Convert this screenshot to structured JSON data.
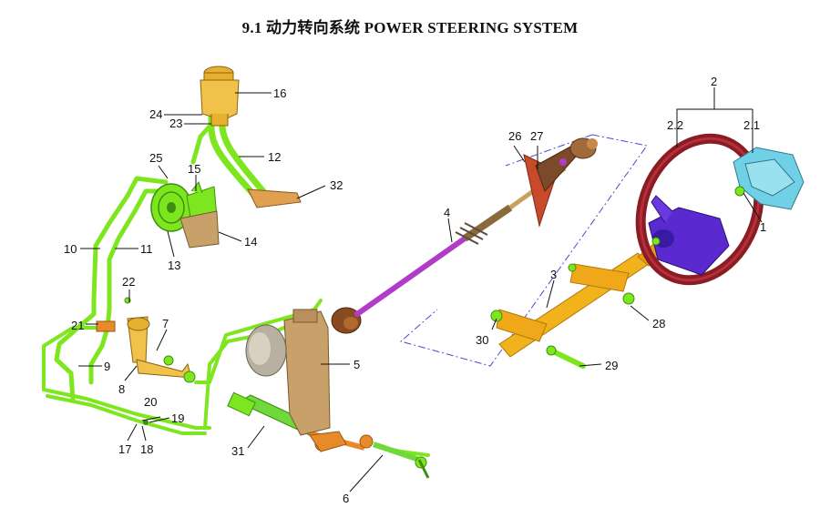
{
  "title": "9.1  动力转向系统  POWER STEERING SYSTEM",
  "callouts": [
    "1",
    "2",
    "2.1",
    "2.2",
    "3",
    "4",
    "5",
    "6",
    "7",
    "8",
    "9",
    "10",
    "11",
    "12",
    "13",
    "14",
    "15",
    "16",
    "17",
    "18",
    "19",
    "20",
    "21",
    "22",
    "23",
    "24",
    "25",
    "26",
    "27",
    "28",
    "29",
    "30",
    "31",
    "32"
  ],
  "colors": {
    "hose": "#7ee61e",
    "hose_dark": "#3c8f10",
    "bracket": "#e88a2a",
    "column": "#f2b21c",
    "shaft": "#b03cc8",
    "wheel": "#8a1d24",
    "hub": "#5a2ad0",
    "cover": "#6fd0e6",
    "gear": "#c8a06a",
    "boot": "#8a4a20",
    "reservoir": "#f0c24a",
    "guide": "#4a4ad0"
  },
  "icons": [
    "steering-wheel-icon",
    "steering-column-icon",
    "steering-gear-icon",
    "pump-icon",
    "reservoir-icon",
    "intermediate-shaft-icon"
  ]
}
